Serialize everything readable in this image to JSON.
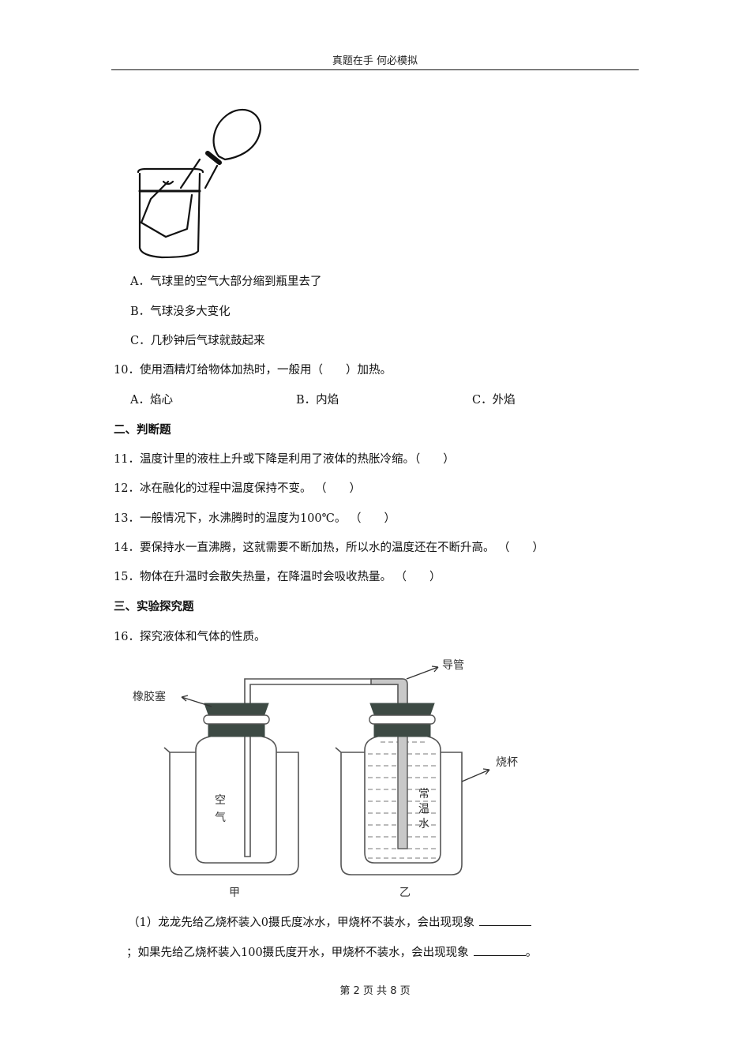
{
  "header": {
    "title": "真题在手 何必模拟"
  },
  "question9": {
    "figure": "balloon-on-flask-in-beaker",
    "options": [
      {
        "label": "A．",
        "text": "气球里的空气大部分缩到瓶里去了"
      },
      {
        "label": "B．",
        "text": "气球没多大变化"
      },
      {
        "label": "C．",
        "text": "几秒钟后气球就鼓起来"
      }
    ]
  },
  "question10": {
    "text": "10．使用酒精灯给物体加热时，一般用（　　）加热。",
    "options": [
      {
        "label": "A．",
        "text": "焰心"
      },
      {
        "label": "B．",
        "text": "内焰"
      },
      {
        "label": "C．",
        "text": "外焰"
      }
    ]
  },
  "section2": {
    "title": "二、判断题",
    "questions": [
      "11．温度计里的液柱上升或下降是利用了液体的热胀冷缩。（　　）",
      "12．冰在融化的过程中温度保持不变。 （　　）",
      "13．一般情况下，水沸腾时的温度为100℃。 （　　）",
      "14．要保持水一直沸腾，这就需要不断加热，所以水的温度还在不断升高。 （　　）",
      "15．物体在升温时会散失热量，在降温时会吸收热量。 （　　）"
    ]
  },
  "section3": {
    "title": "三、实验探究题",
    "question16": {
      "text": "16．探究液体和气体的性质。",
      "figure": {
        "labels": {
          "stopper": "橡胶塞",
          "tube": "导管",
          "beaker": "烧杯",
          "air": [
            "空",
            "气"
          ],
          "water": [
            "常",
            "温",
            "水"
          ],
          "left": "甲",
          "right": "乙"
        },
        "colors": {
          "stopper": "#3d4a44",
          "tube": "#c8c8c8",
          "outline": "#555555"
        }
      },
      "sub1_line1": "（1）龙龙先给乙烧杯装入0摄氏度冰水，甲烧杯不装水，会出现现象",
      "sub1_line2_prefix": "；如果先给乙烧杯装入100摄氏度开水，甲烧杯不装水，会出现现象",
      "sub1_line2_suffix": "。"
    }
  },
  "footer": {
    "page": "第 2 页 共 8 页"
  }
}
